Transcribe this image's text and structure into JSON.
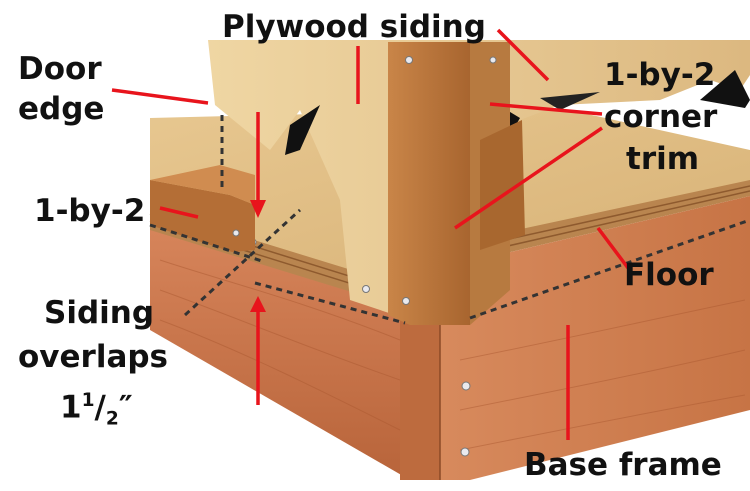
{
  "labels": {
    "plywood_siding": "Plywood siding",
    "door_edge_line1": "Door",
    "door_edge_line2": "edge",
    "corner_trim_line1": "1-by-2",
    "corner_trim_line2": "corner",
    "corner_trim_line3": "trim",
    "one_by_two": "1-by-2",
    "floor": "Floor",
    "siding_overlaps_line1": "Siding",
    "siding_overlaps_line2": "overlaps",
    "overlap_whole": "1",
    "overlap_num": "1",
    "overlap_slash": "/",
    "overlap_den": "2",
    "overlap_unit": "″",
    "base_frame": "Base frame"
  },
  "colors": {
    "callout": "#e8141c",
    "hidden_line": "#333333",
    "plywood": "#e8c98f",
    "floor": "#d9b57a",
    "base_frame": "#c8703e",
    "trim": "#b9733a"
  }
}
